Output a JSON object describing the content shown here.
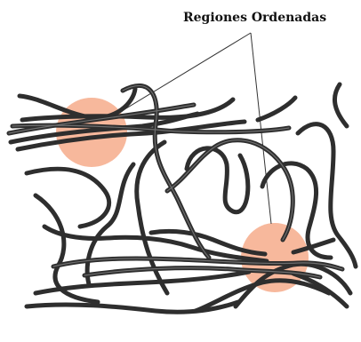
{
  "diagram": {
    "label": "Regiones Ordenadas",
    "colors": {
      "background": "#ffffff",
      "ordered_region": "#f7b89c",
      "fiber": "#2e2e2e",
      "fiber_highlight": "#8a8a8a",
      "leader_line": "#333333"
    },
    "regions": [
      {
        "name": "left-ordered-region"
      },
      {
        "name": "right-ordered-region"
      }
    ]
  }
}
